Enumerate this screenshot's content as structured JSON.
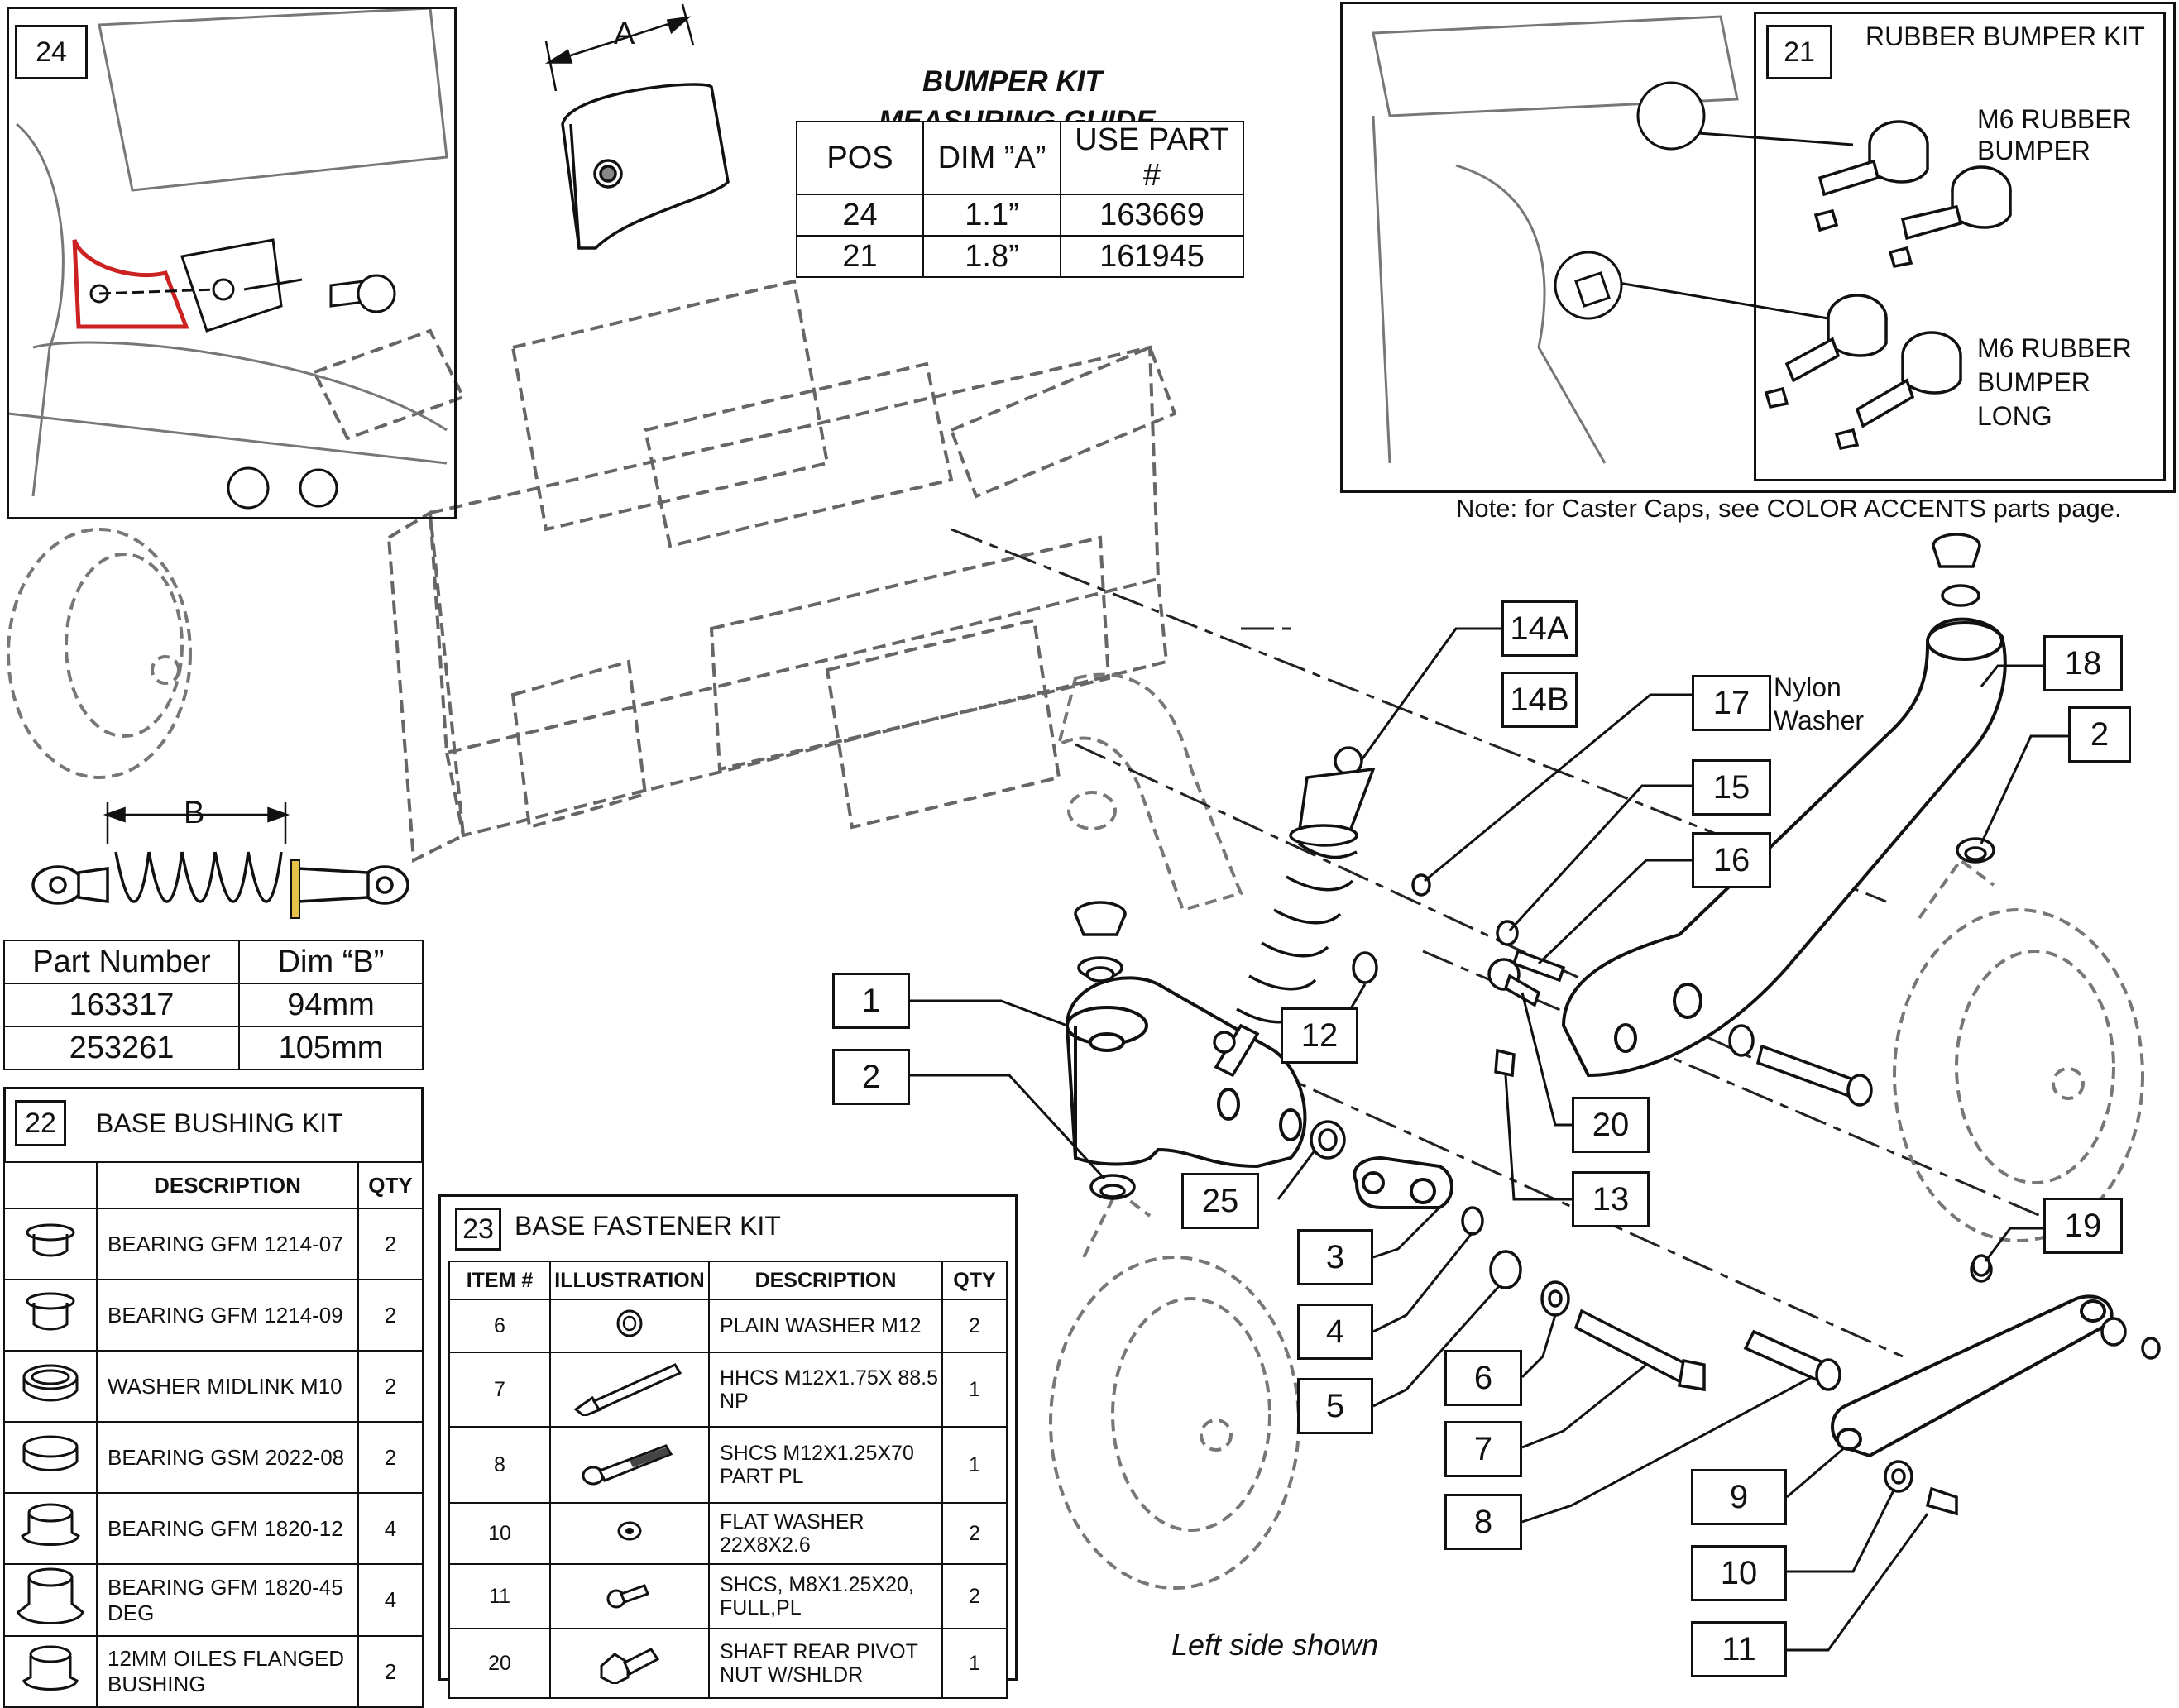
{
  "bumper_guide": {
    "title_line1": "BUMPER KIT",
    "title_line2": "MEASURING GUIDE",
    "dim_marker": "A",
    "headers": [
      "POS",
      "DIM ”A”",
      "USE PART #"
    ],
    "rows": [
      [
        "24",
        "1.1”",
        "163669"
      ],
      [
        "21",
        "1.8”",
        "161945"
      ]
    ]
  },
  "inset_24": {
    "number": "24"
  },
  "inset_21": {
    "number": "21",
    "title": "RUBBER BUMPER KIT",
    "label_bumper_1": "M6 RUBBER",
    "label_bumper_2": "BUMPER",
    "label_long_1": "M6 RUBBER",
    "label_long_2": "BUMPER",
    "label_long_3": "LONG"
  },
  "note": "Note: for Caster Caps, see COLOR ACCENTS parts page.",
  "shock_table": {
    "dim_marker": "B",
    "headers": [
      "Part Number",
      "Dim “B”"
    ],
    "rows": [
      [
        "163317",
        "94mm"
      ],
      [
        "253261",
        "105mm"
      ]
    ]
  },
  "bushing_kit": {
    "number": "22",
    "title": "BASE BUSHING KIT",
    "headers": [
      "",
      "DESCRIPTION",
      "QTY"
    ],
    "rows": [
      {
        "icon": "flanged-bearing-icon",
        "desc": "BEARING GFM 1214-07",
        "qty": "2"
      },
      {
        "icon": "flanged-bearing-icon",
        "desc": "BEARING GFM 1214-09",
        "qty": "2"
      },
      {
        "icon": "washer-icon",
        "desc": "WASHER MIDLINK M10",
        "qty": "2"
      },
      {
        "icon": "bearing-sleeve-icon",
        "desc": "BEARING GSM 2022-08",
        "qty": "2"
      },
      {
        "icon": "flanged-bearing-icon",
        "desc": "BEARING GFM 1820-12",
        "qty": "4"
      },
      {
        "icon": "flanged-bearing-icon",
        "desc": "BEARING GFM 1820-45 DEG",
        "qty": "4"
      },
      {
        "icon": "flanged-bushing-icon",
        "desc": "12MM OILES FLANGED BUSHING",
        "qty": "2"
      }
    ]
  },
  "fastener_kit": {
    "number": "23",
    "title": "BASE FASTENER KIT",
    "headers": [
      "ITEM #",
      "ILLUSTRATION",
      "DESCRIPTION",
      "QTY"
    ],
    "rows": [
      {
        "item": "6",
        "icon": "plain-washer-icon",
        "desc": "PLAIN WASHER M12",
        "qty": "2"
      },
      {
        "item": "7",
        "icon": "hex-bolt-icon",
        "desc": "HHCS M12X1.75X 88.5 NP",
        "qty": "1"
      },
      {
        "item": "8",
        "icon": "socket-cap-screw-icon",
        "desc": "SHCS M12X1.25X70 PART PL",
        "qty": "1"
      },
      {
        "item": "10",
        "icon": "flat-washer-icon",
        "desc": "FLAT WASHER 22X8X2.6",
        "qty": "2"
      },
      {
        "item": "11",
        "icon": "small-socket-screw-icon",
        "desc": "SHCS, M8X1.25X20, FULL,PL",
        "qty": "2"
      },
      {
        "item": "20",
        "icon": "shaft-pivot-icon",
        "desc": "SHAFT REAR PIVOT NUT W/SHLDR",
        "qty": "1"
      }
    ]
  },
  "callouts": {
    "c1": "1",
    "c2a": "2",
    "c2b": "2",
    "c3": "3",
    "c4": "4",
    "c5": "5",
    "c6": "6",
    "c7": "7",
    "c8": "8",
    "c9": "9",
    "c10": "10",
    "c11": "11",
    "c12": "12",
    "c13": "13",
    "c14a": "14A",
    "c14b": "14B",
    "c15": "15",
    "c16": "16",
    "c17": "17",
    "c18": "18",
    "c19": "19",
    "c20": "20",
    "c25": "25"
  },
  "nylon_washer_1": "Nylon",
  "nylon_washer_2": "Washer",
  "caption": "Left side shown"
}
